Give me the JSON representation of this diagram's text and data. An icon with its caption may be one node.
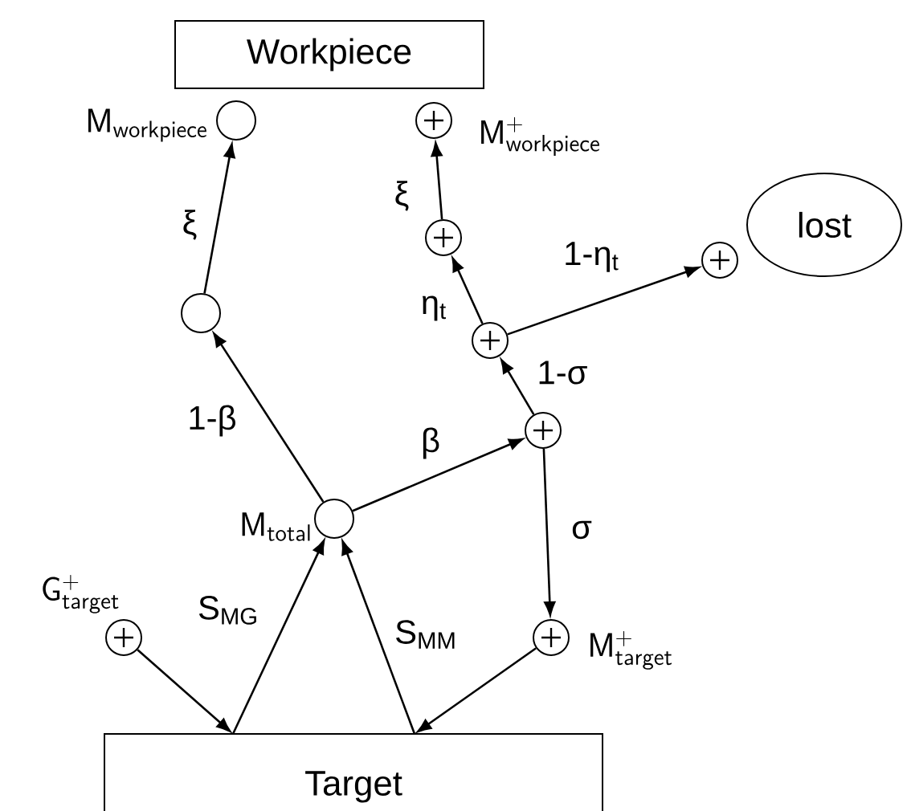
{
  "diagram": {
    "nodes": [
      {
        "text": [
          "Workpiece"
        ]
      },
      {
        "text": [],
        "shape": "circle",
        "beside": [
          "\\mathsf{M}_{\\mathsf{workpiece}}"
        ]
      },
      {
        "text": [],
        "shape": "circle"
      },
      {
        "text": [],
        "shape": "circle",
        "beside": [
          "\\mathsf{M}^{+}_{\\mathsf{workpiece}}"
        ]
      },
      {
        "text": [],
        "shape": "circle"
      },
      {
        "text": [],
        "shape": "circle"
      },
      {
        "text": [],
        "shape": "circle"
      },
      {
        "text": [
          "lost"
        ]
      },
      {
        "text": [],
        "shape": "circle"
      },
      {
        "text": [],
        "shape": "circle",
        "beside": [
          "\\mathsf{M}_{\\mathsf{total}}"
        ]
      },
      {
        "text": [],
        "shape": "circle",
        "beside": [
          "\\mathsf{G}^{+}_{\\mathsf{target}}"
        ]
      },
      {
        "text": [],
        "shape": "circle",
        "beside": [
          "\\mathsf{M}^{+}_{\\mathsf{target}}"
        ]
      },
      {
        "text": [
          "Target"
        ]
      }
    ],
    "edges": [
      {
        "from": 9,
        "to": 2,
        "arrow": "to",
        "label": "1-β"
      },
      {
        "from": 2,
        "to": 1,
        "arrow": "to",
        "label": "ξ"
      },
      {
        "from": 9,
        "to": 8,
        "arrow": "to",
        "label": "β"
      },
      {
        "from": 8,
        "to": 5,
        "arrow": "to",
        "label": "1-σ"
      },
      {
        "from": 5,
        "to": 4,
        "arrow": "to",
        "label": "η$_{t}$"
      },
      {
        "from": 4,
        "to": 3,
        "arrow": "to",
        "label": "ξ"
      },
      {
        "from": 5,
        "to": 6,
        "arrow": "to",
        "label": "1-η$_{t}$"
      },
      {
        "from": 8,
        "to": 11,
        "arrow": "to",
        "label": "σ"
      },
      {
        "from": 10,
        "to": 12,
        "arrow": "to"
      },
      {
        "from": 12,
        "to": 9,
        "arrow": "to",
        "label": "S$_{MG}$"
      },
      {
        "from": 12,
        "to": 9,
        "arrow": "to",
        "label": "S$_{MM}$"
      },
      {
        "from": 11,
        "to": 12,
        "arrow": "to"
      }
    ]
  }
}
